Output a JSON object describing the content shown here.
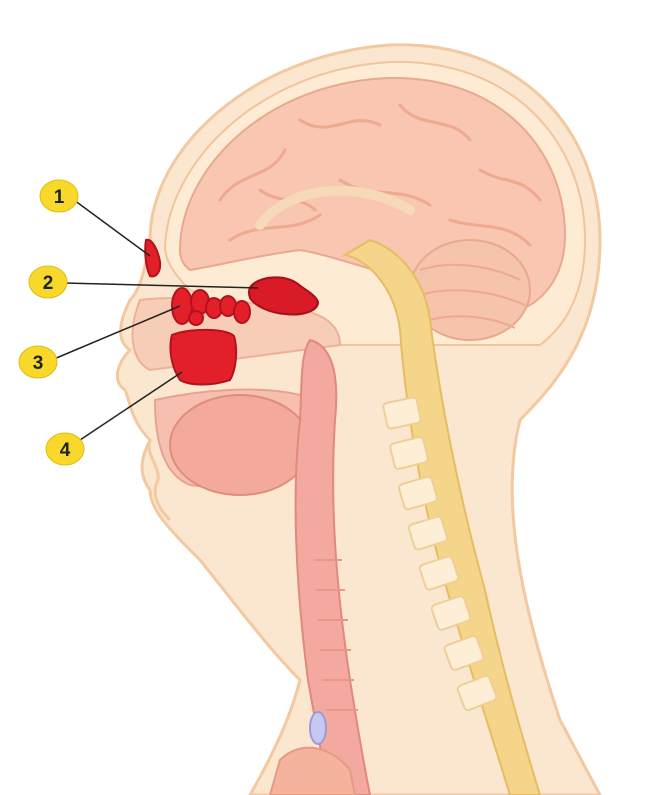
{
  "markers": [
    {
      "number": "1",
      "region": "frontal-sinus"
    },
    {
      "number": "2",
      "region": "sphenoid-sinus"
    },
    {
      "number": "3",
      "region": "ethmoid-sinus"
    },
    {
      "number": "4",
      "region": "maxillary-sinus"
    }
  ],
  "colors": {
    "background": "#ffffff",
    "skin": "#fbe3c8",
    "skin_outline": "#f2c9a0",
    "brain": "#f8c6b1",
    "brain_fold": "#eea98f",
    "skull": "#fdeacc",
    "spinal_cord": "#f4d58a",
    "airway": "#f3a99f",
    "sinus": "#e3202a",
    "sinus_dark": "#b3121c",
    "marker_fill": "#f7d82b",
    "marker_text": "#222222",
    "leader_line": "#222222"
  }
}
